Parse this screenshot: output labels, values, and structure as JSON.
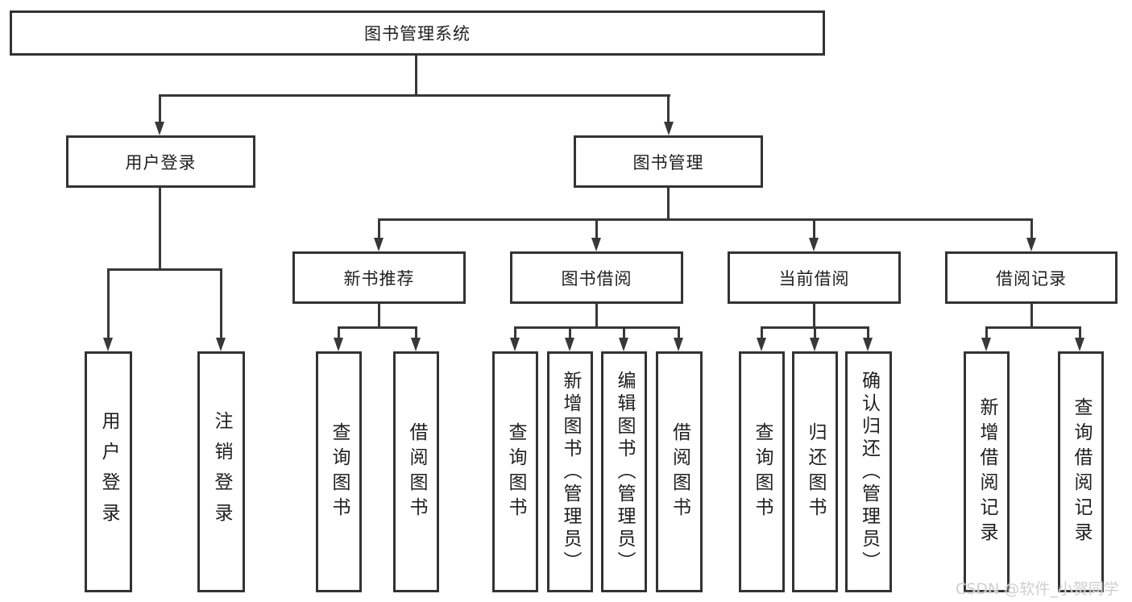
{
  "diagram_type": "hierarchy-tree",
  "watermark": "CSDN @软件_小贺同学",
  "colors": {
    "background": "#ffffff",
    "box_border": "#333333",
    "connector": "#383838",
    "text": "#1f1f1f",
    "watermark": "#cfcfcf"
  },
  "tree": {
    "label": "图书管理系统",
    "children": [
      {
        "label": "用户登录",
        "children": [
          {
            "label": "用户登录"
          },
          {
            "label": "注销登录"
          }
        ]
      },
      {
        "label": "图书管理",
        "children": [
          {
            "label": "新书推荐",
            "children": [
              {
                "label": "查询图书"
              },
              {
                "label": "借阅图书"
              }
            ]
          },
          {
            "label": "图书借阅",
            "children": [
              {
                "label": "查询图书"
              },
              {
                "label": "新增图书（管理员）"
              },
              {
                "label": "编辑图书（管理员）"
              },
              {
                "label": "借阅图书"
              }
            ]
          },
          {
            "label": "当前借阅",
            "children": [
              {
                "label": "查询图书"
              },
              {
                "label": "归还图书"
              },
              {
                "label": "确认归还（管理员）"
              }
            ]
          },
          {
            "label": "借阅记录",
            "children": [
              {
                "label": "新增借阅记录"
              },
              {
                "label": "查询借阅记录"
              }
            ]
          }
        ]
      }
    ]
  }
}
